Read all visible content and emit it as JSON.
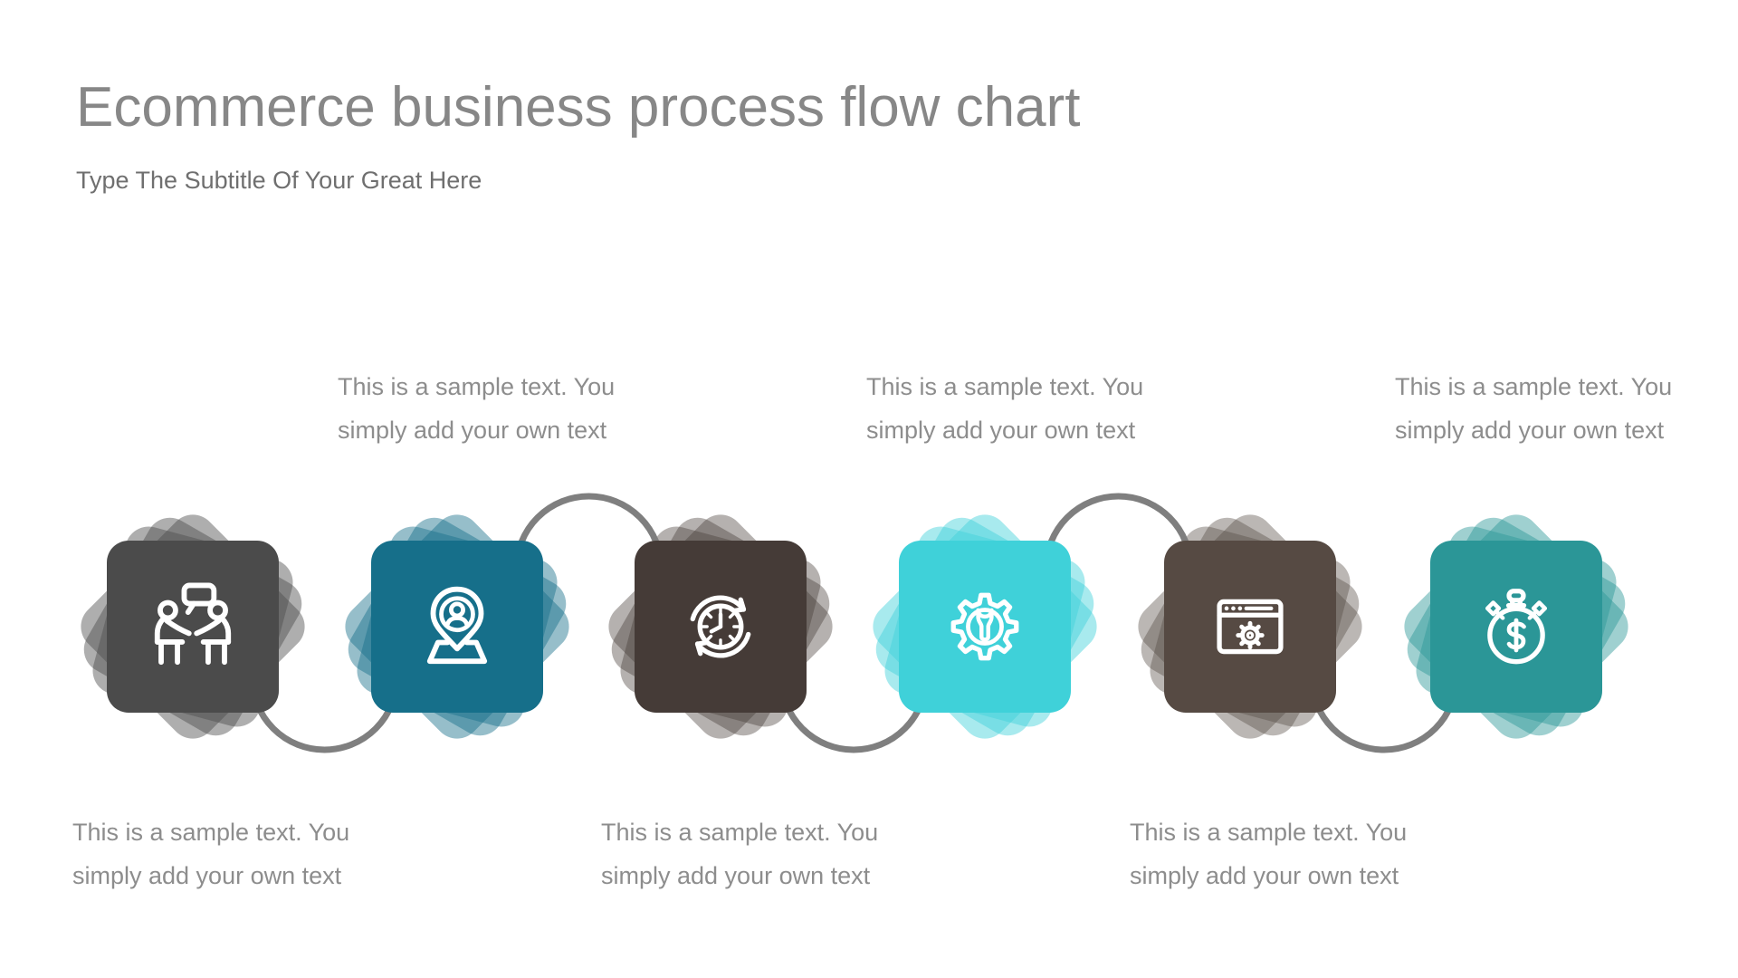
{
  "header": {
    "title": "Ecommerce business process flow chart",
    "subtitle": "Type The Subtitle Of Your Great Here"
  },
  "connector_color": "#7f7f7f",
  "background_color": "#ffffff",
  "text_colors": {
    "title": "#878787",
    "subtitle": "#6f6f6f",
    "caption": "#8d8d8d"
  },
  "steps": [
    {
      "icon": "consultation-icon",
      "tile_color": "#4b4b4b",
      "petal_color": "rgba(75,75,75,0.45)",
      "caption": {
        "line1": "This is a sample text. You",
        "line2": "simply add your own text",
        "position": "below"
      }
    },
    {
      "icon": "location-user-icon",
      "tile_color": "#166f8a",
      "petal_color": "rgba(22,111,138,0.45)",
      "caption": {
        "line1": "This is a sample text. You",
        "line2": "simply add your own text",
        "position": "above"
      }
    },
    {
      "icon": "time-refresh-icon",
      "tile_color": "#453b37",
      "petal_color": "rgba(69,59,55,0.40)",
      "caption": {
        "line1": "This is a sample text. You",
        "line2": "simply add your own text",
        "position": "below"
      }
    },
    {
      "icon": "gear-wrench-icon",
      "tile_color": "#3fd1d9",
      "petal_color": "rgba(63,209,217,0.45)",
      "caption": {
        "line1": "This is a sample text. You",
        "line2": "simply add your own text",
        "position": "above"
      }
    },
    {
      "icon": "browser-settings-icon",
      "tile_color": "#564a43",
      "petal_color": "rgba(86,74,67,0.40)",
      "caption": {
        "line1": "This is a sample text. You",
        "line2": "simply add your own text",
        "position": "below"
      }
    },
    {
      "icon": "money-stopwatch-icon",
      "tile_color": "#2b9697",
      "petal_color": "rgba(43,150,151,0.45)",
      "caption": {
        "line1": "This is a sample text. You",
        "line2": "simply add your own text",
        "position": "above"
      }
    }
  ]
}
